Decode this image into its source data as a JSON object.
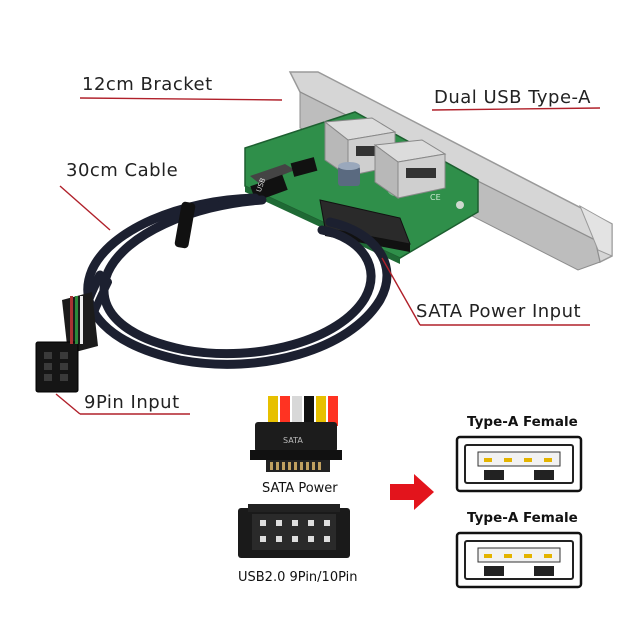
{
  "callouts": {
    "bracket": "12cm Bracket",
    "usb": "Dual USB Type-A",
    "cable": "30cm Cable",
    "sata": "SATA Power Input",
    "pin": "9Pin Input"
  },
  "legend": {
    "sata_power": "SATA Power",
    "usb_header": "USB2.0 9Pin/10Pin",
    "female_top": "Type-A Female",
    "female_bottom": "Type-A Female"
  },
  "board_text": {
    "usb_mark": "USB"
  },
  "connector_text": {
    "sata_mark": "SATA"
  },
  "colors": {
    "callout_line": "#b0202a",
    "arrow": "#e3141c",
    "pcb": "#2f8f4a",
    "bracket": "#c9c9c9"
  }
}
